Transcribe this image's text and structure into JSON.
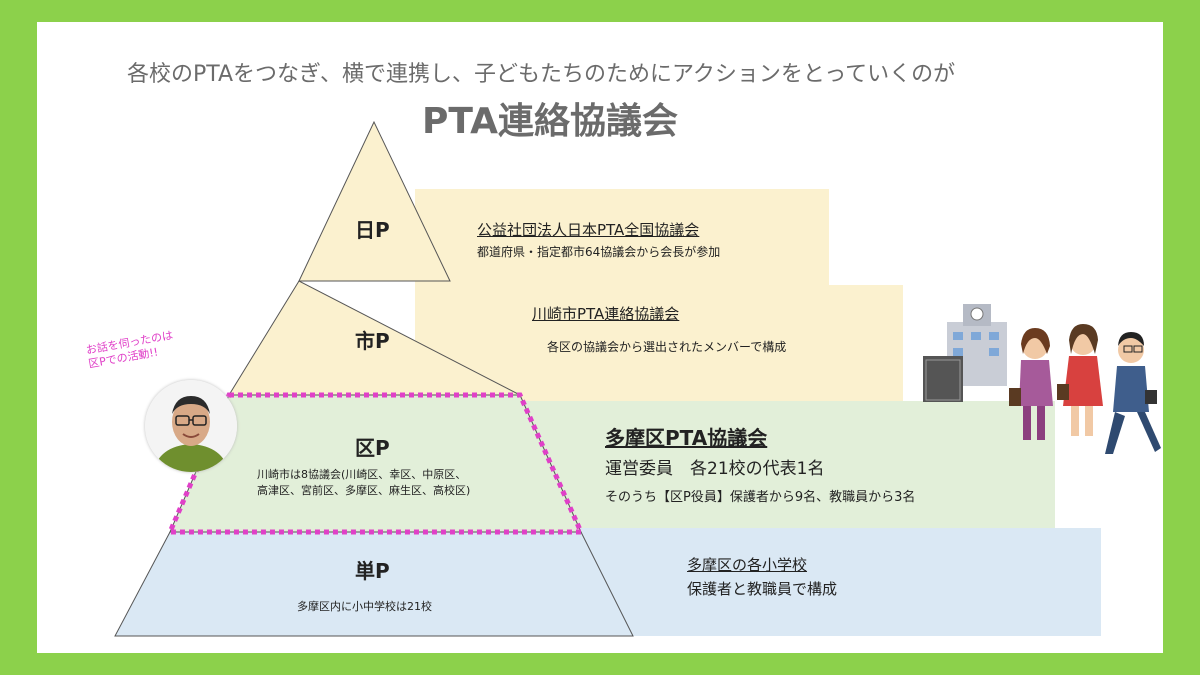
{
  "header": {
    "subtitle": "各校のPTAをつなぎ、横で連携し、子どもたちのためにアクションをとっていくのが",
    "title": "PTA連絡協議会"
  },
  "levels": [
    {
      "key": "nichi",
      "label": "日P",
      "name": "公益社団法人日本PTA全国協議会",
      "description": "都道府県・指定都市64協議会から会長が参加"
    },
    {
      "key": "shi",
      "label": "市P",
      "name": "川崎市PTA連絡協議会",
      "description": "各区の協議会から選出されたメンバーで構成"
    },
    {
      "key": "ku",
      "label": "区P",
      "note_line1": "川崎市は8協議会(川崎区、幸区、中原区、",
      "note_line2": "高津区、宮前区、多摩区、麻生区、高校区)",
      "name": "多摩区PTA協議会",
      "committee": "運営委員　各21校の代表1名",
      "officers": "そのうち【区P役員】保護者から9名、教職員から3名"
    },
    {
      "key": "tan",
      "label": "単P",
      "note": "多摩区内に小中学校は21校",
      "name": "多摩区の各小学校",
      "description": "保護者と教職員で構成"
    }
  ],
  "callout": {
    "line1": "お話を伺ったのは",
    "line2": "区Pでの活動!!"
  },
  "colors": {
    "background": "#8cd14b",
    "yellow_band": "#fbf1cf",
    "green_band": "#e2efd9",
    "blue_band": "#dae8f4",
    "highlight": "#e040c8"
  }
}
